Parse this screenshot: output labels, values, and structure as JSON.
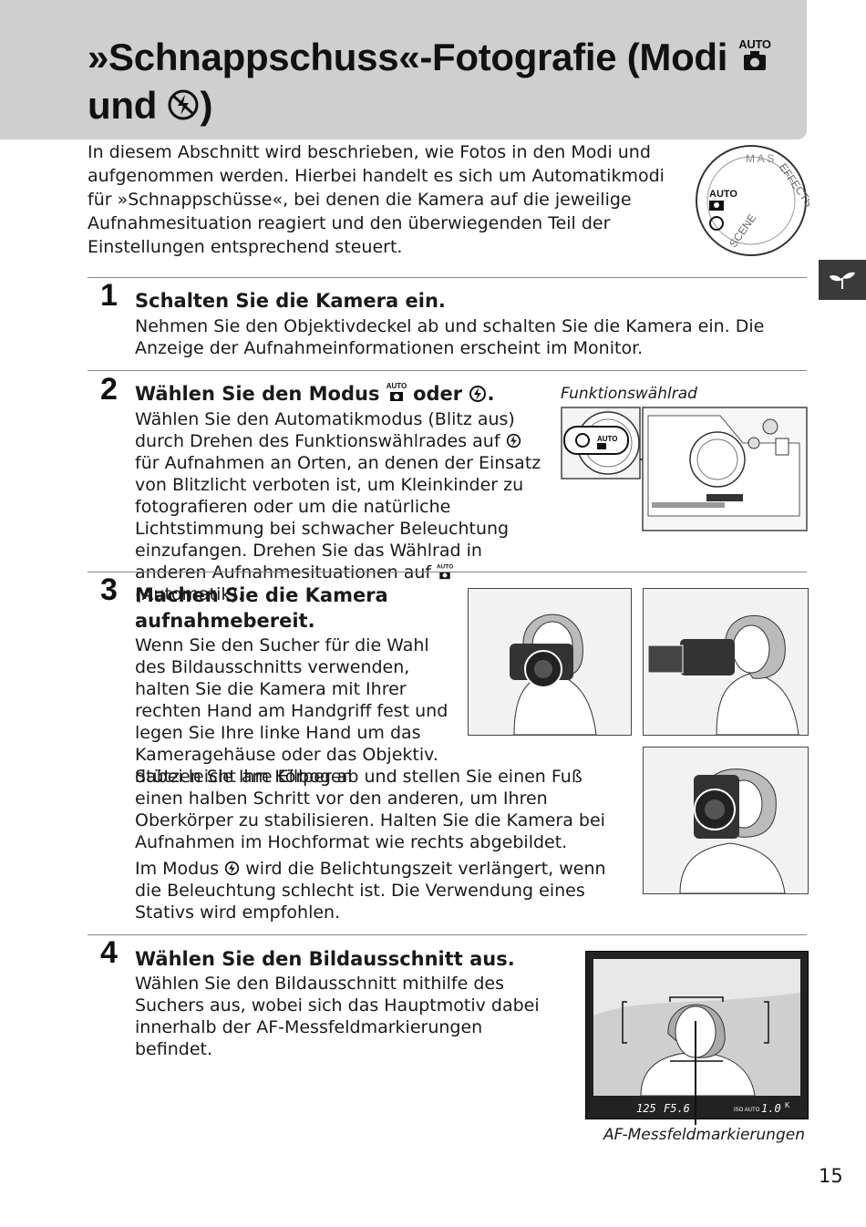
{
  "title": {
    "line1": "»Schnappschuss«-Fotografie (Modi",
    "line2": "und"
  },
  "intro": "In diesem Abschnitt wird beschrieben, wie Fotos in den Modi und aufgenommen werden. Hierbei handelt es sich um Automatikmodi für »Schnappschüsse«, bei denen die Kamera auf die jeweilige Aufnahmesituation reagiert und den überwiegenden Teil der Einstellungen entsprechend steuert.",
  "dial_labels": {
    "auto": "AUTO",
    "scene": "SCENE",
    "effects": "EFFECTS"
  },
  "steps": [
    {
      "number": "1",
      "heading": "Schalten Sie die Kamera ein.",
      "text": "Nehmen Sie den Objektivdeckel ab und schalten Sie die Kamera ein. Die Anzeige der Aufnahmeinformationen erscheint im Monitor."
    },
    {
      "number": "2",
      "heading_a": "Wählen Sie den Modus",
      "heading_b": "oder",
      "text_a": "Wählen Sie den Automatikmodus (Blitz aus) durch Drehen des Funktionswählrades auf",
      "text_b": "für Aufnahmen an Orten, an denen der Einsatz von Blitzlicht verboten ist, um Kleinkinder zu fotografieren oder um die natürliche Lichtstimmung bei schwacher Beleuchtung einzufangen. Drehen Sie das Wählrad in anderen Aufnahmesituationen auf",
      "text_c": "(Automatik).",
      "figure_caption": "Funktionswählrad"
    },
    {
      "number": "3",
      "heading_line1": "Machen Sie die Kamera",
      "heading_line2": "aufnahmebereit.",
      "text": "Wenn Sie den Sucher für die Wahl des Bildausschnitts verwenden, halten Sie die Kamera mit Ihrer rechten Hand am Handgriff fest und legen Sie Ihre linke Hand um das Kameragehäuse oder das Objektiv. Stützen Sie Ihre Ellbogen",
      "text_wide": "dabei leicht am Körper ab und stellen Sie einen Fuß einen halben Schritt vor den anderen, um Ihren Oberkörper zu stabilisieren. Halten Sie die Kamera bei Aufnahmen im Hochformat wie rechts abgebildet.",
      "text2_a": "Im Modus",
      "text2_b": "wird die Belichtungszeit verlängert, wenn die Beleuchtung schlecht ist. Die Verwendung eines Stativs wird empfohlen."
    },
    {
      "number": "4",
      "heading": "Wählen Sie den Bildausschnitt aus.",
      "text": "Wählen Sie den Bildausschnitt mithilfe des Suchers aus, wobei sich das Hauptmotiv dabei innerhalb der AF-Messfeldmarkierungen befindet.",
      "figure_caption": "AF-Messfeldmarkierungen",
      "viewfinder_shutter": "125",
      "viewfinder_aperture": "F5.6",
      "viewfinder_iso": "ISO AUTO",
      "viewfinder_count": "1.0",
      "viewfinder_k": "K"
    }
  ],
  "page_number": "15",
  "icons": {
    "auto_mode": "auto-mode-camera-icon",
    "flash_off": "flash-off-icon",
    "tab": "leaf-tab-icon"
  }
}
